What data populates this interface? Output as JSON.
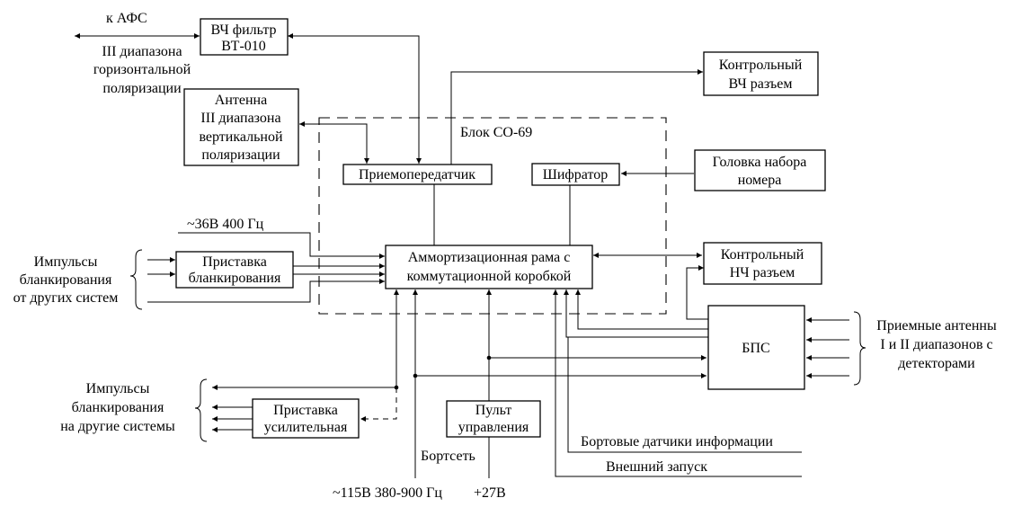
{
  "blocks": {
    "vch_filter": [
      "ВЧ фильтр",
      "ВТ-010"
    ],
    "antenna_vertical": [
      "Антенна",
      "III диапазона",
      "вертикальной",
      "поляризации"
    ],
    "control_vch": [
      "Контрольный",
      "ВЧ разъем"
    ],
    "transceiver": "Приемопередатчик",
    "encoder": "Шифратор",
    "dial_head": [
      "Головка набора",
      "номера"
    ],
    "shock_frame": [
      "Аммортизационная рама с",
      "коммутационной коробкой"
    ],
    "control_nch": [
      "Контрольный",
      "НЧ разъем"
    ],
    "blanking_attachment": [
      "Приставка",
      "бланкирования"
    ],
    "bps": "БПС",
    "amplifier_attachment": [
      "Приставка",
      "усилительная"
    ],
    "control_panel": [
      "Пульт",
      "управления"
    ]
  },
  "labels": {
    "to_afs": "к АФС",
    "horizontal_antenna": [
      "III диапазона",
      "горизонтальной",
      "поляризации"
    ],
    "block_co69": "Блок СО-69",
    "power_36v": "~36В 400 Гц",
    "blank_in": [
      "Импульсы",
      "бланкирования",
      "от других систем"
    ],
    "receive_antennas": [
      "Приемные антенны",
      "I и II диапазонов с",
      "детекторами"
    ],
    "blank_out": [
      "Импульсы",
      "бланкирования",
      "на другие системы"
    ],
    "onboard_sensors": "Бортовые датчики информации",
    "external_start": "Внешний запуск",
    "onboard_net": "Бортсеть",
    "power_115v": "~115В 380-900 Гц",
    "power_27v": "+27В"
  }
}
